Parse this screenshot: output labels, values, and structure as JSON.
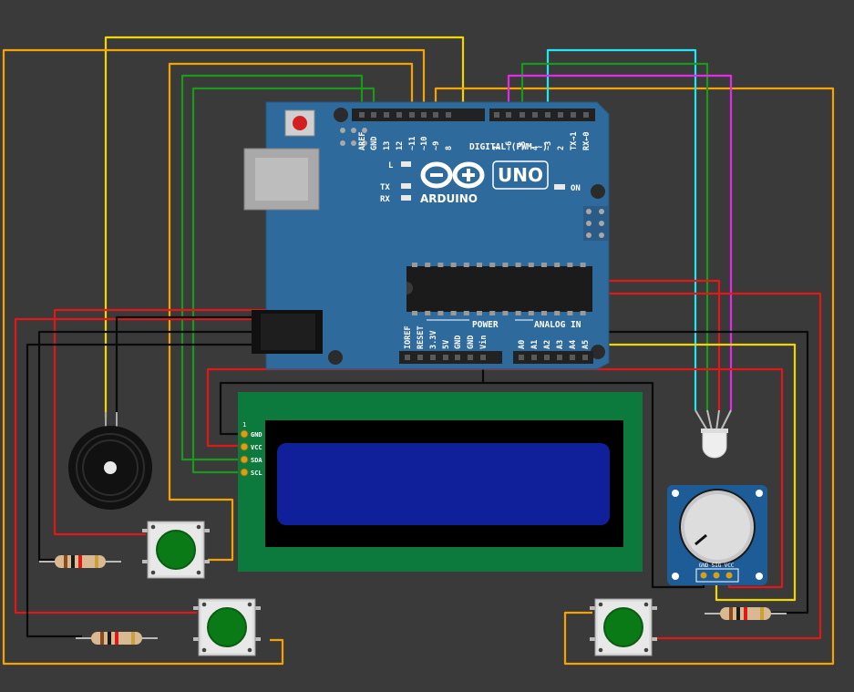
{
  "arduino": {
    "logo_text": "ARDUINO",
    "model": "UNO",
    "on_label": "ON",
    "led_l": "L",
    "led_tx": "TX",
    "led_rx": "RX",
    "digital_label": "DIGITAL (PWM ~)",
    "power_label": "POWER",
    "analog_label": "ANALOG IN",
    "top_pins": [
      "AREF",
      "GND",
      "13",
      "12",
      "~11",
      "~10",
      "~9",
      "8"
    ],
    "top_pins_right": [
      "7",
      "~6",
      "~5",
      "4",
      "~3",
      "2",
      "TX→1",
      "RX←0"
    ],
    "bottom_pins_power": [
      "IOREF",
      "RESET",
      "3.3V",
      "5V",
      "GND",
      "GND",
      "Vin"
    ],
    "bottom_pins_analog": [
      "A0",
      "A1",
      "A2",
      "A3",
      "A4",
      "A5"
    ],
    "color": "#2f6a9c"
  },
  "lcd": {
    "pin1": "1",
    "pins": [
      "GND",
      "VCC",
      "SDA",
      "SCL"
    ],
    "screen_color": "#10209a",
    "pcb_color": "#0b7a3c"
  },
  "pot": {
    "pins": [
      "GND",
      "SIG",
      "VCC"
    ],
    "color": "#1d5c96"
  },
  "wire_colors": {
    "yellow": "#f2d600",
    "orange": "#f5a300",
    "green": "#1a9a1a",
    "cyan": "#22e6f0",
    "magenta": "#e22be6",
    "red": "#e01818",
    "black": "#0a0a0a"
  }
}
